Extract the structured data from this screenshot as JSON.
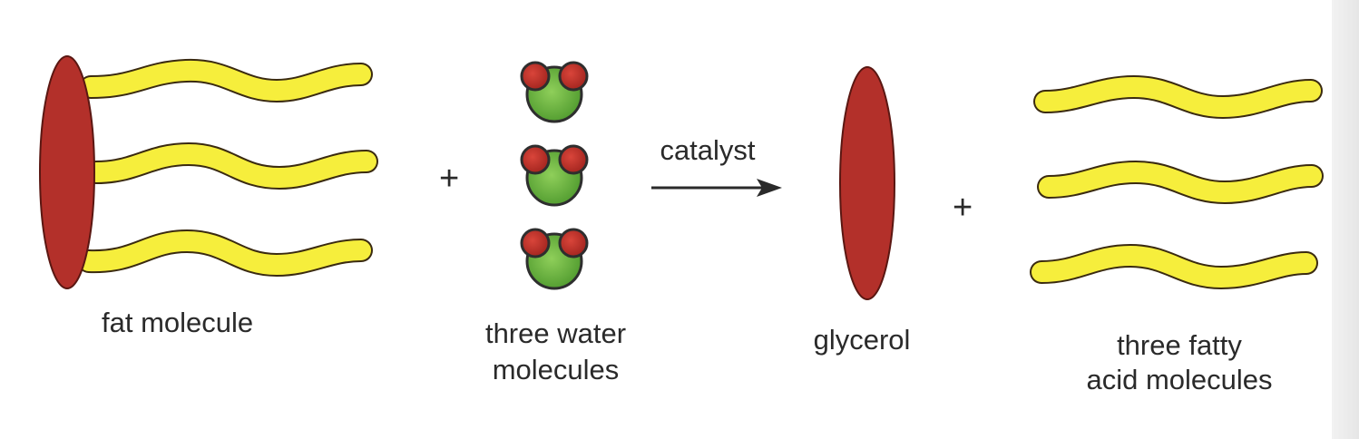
{
  "labels": {
    "fat_molecule": "fat molecule",
    "water_line1": "three water",
    "water_line2": "molecules",
    "catalyst": "catalyst",
    "glycerol": "glycerol",
    "fatty_line1": "three fatty",
    "fatty_line2": "acid molecules",
    "plus": "+"
  },
  "colors": {
    "glycerol_red": "#b3302a",
    "fatty_acid_yellow": "#f6ee3c",
    "oxygen_green": "#6db33f",
    "hydrogen_red": "#c8382e",
    "outline": "#3a1a14",
    "text": "#2a2a2a"
  }
}
